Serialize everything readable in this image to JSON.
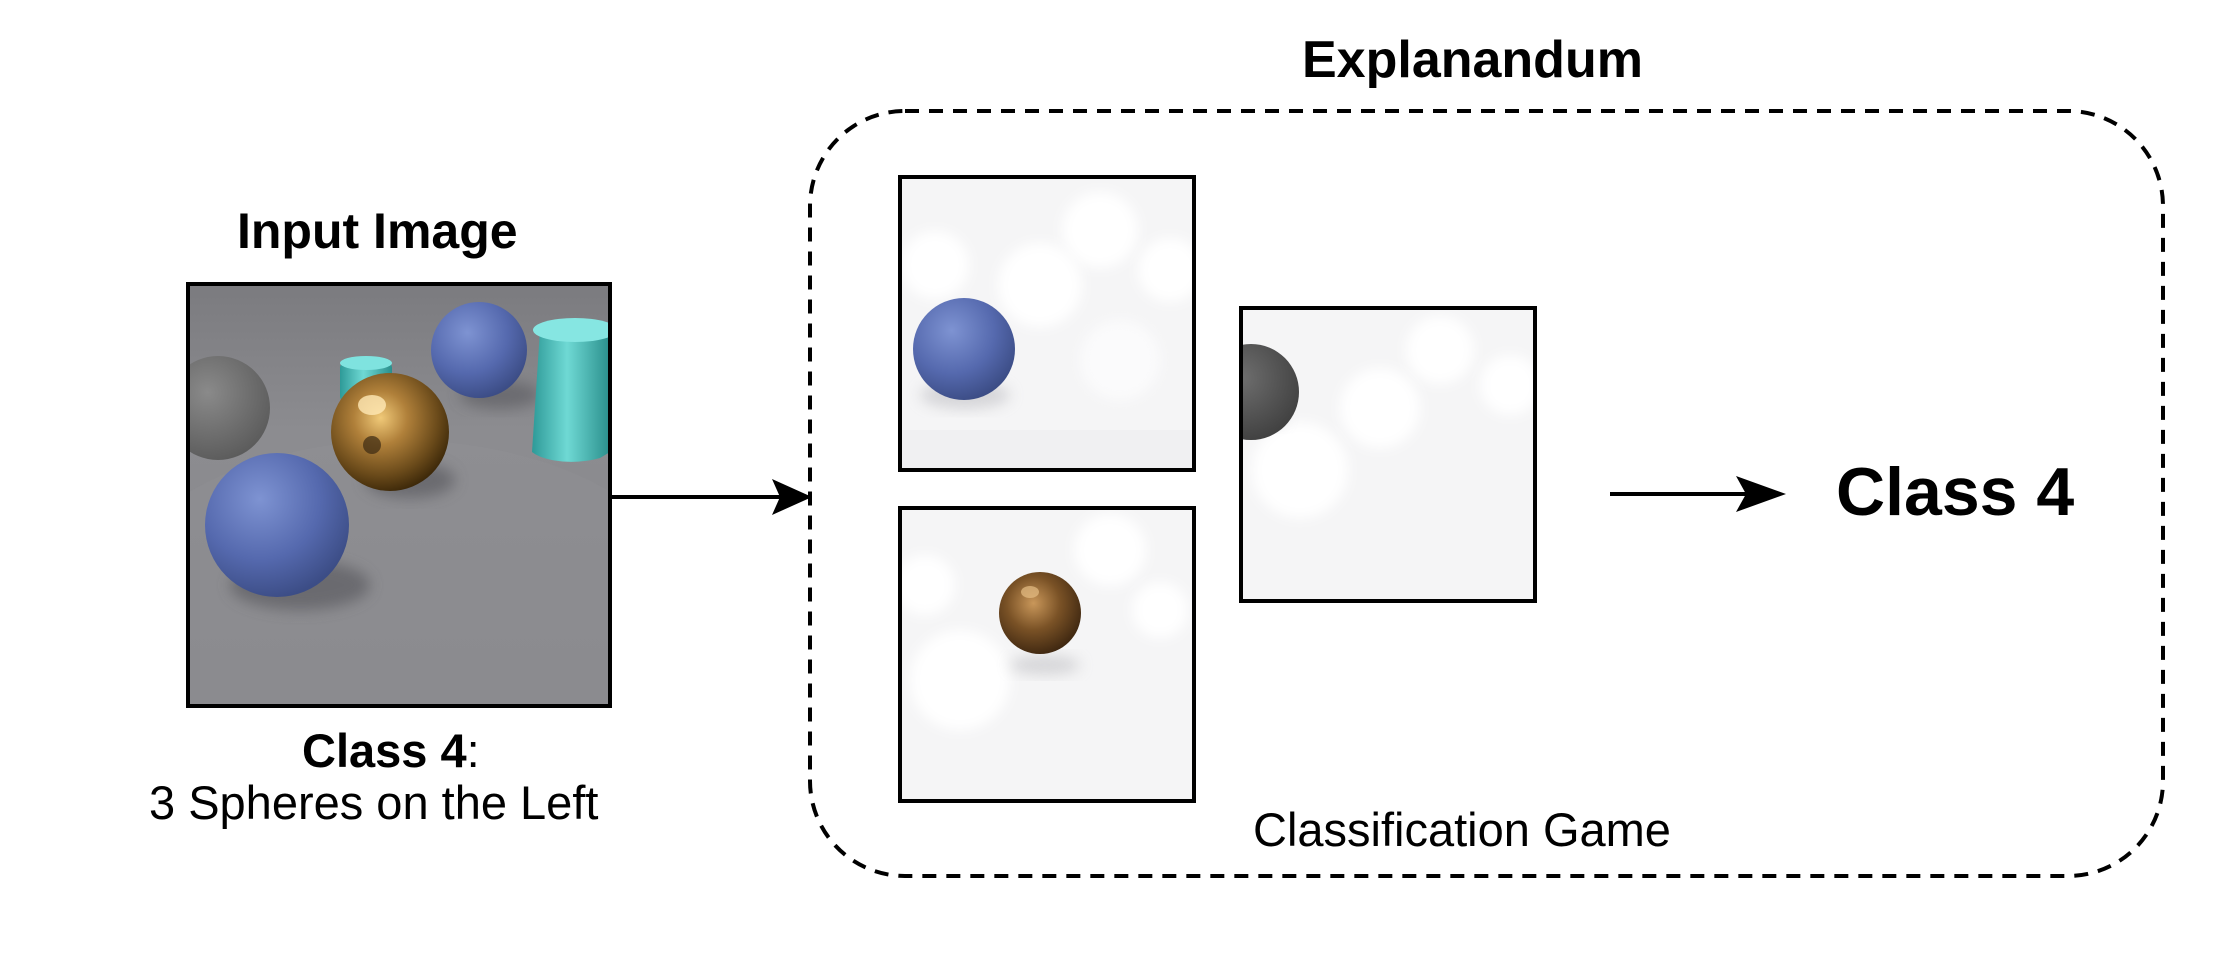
{
  "input": {
    "title": "Input Image",
    "class_label": "Class 4",
    "class_colon": ":",
    "class_description": "3 Spheres on the Left"
  },
  "explanandum": {
    "title": "Explanandum",
    "game_label": "Classification Game",
    "output_label": "Class 4"
  },
  "colors": {
    "sphere_blue": "#5a73b8",
    "sphere_gray": "#727272",
    "sphere_gold": "#9a6e2e",
    "cylinder_teal": "#3fb8b4",
    "floor_gray": "#8b8b8d",
    "mask_white": "#f6f6f7"
  }
}
